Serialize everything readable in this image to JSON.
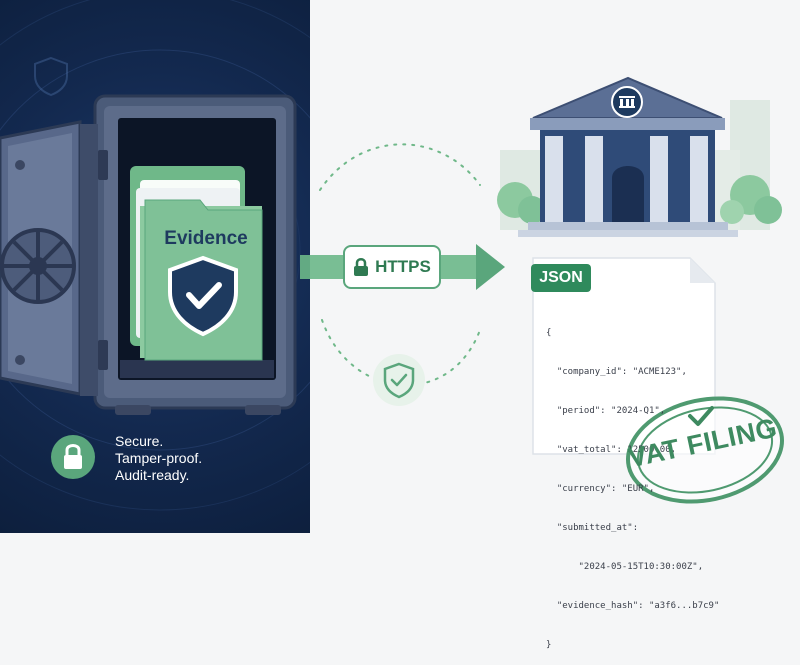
{
  "vault": {
    "folder_label": "Evidence"
  },
  "tagline": {
    "lines": [
      "Secure.",
      "Tamper-proof.",
      "Audit-ready."
    ]
  },
  "transfer": {
    "label": "HTTPS"
  },
  "document": {
    "badge": "JSON",
    "lines": [
      "{",
      "  \"company_id\": \"ACME123\",",
      "  \"period\": \"2024-Q1\",",
      "  \"vat_total\": 12500.00,",
      "  \"currency\": \"EUR\",",
      "  \"submitted_at\":",
      "      \"2024-05-15T10:30:00Z\",",
      "  \"evidence_hash\": \"a3f6...b7c9\"",
      "}"
    ]
  },
  "stamp": {
    "text": "VAT FILING"
  },
  "colors": {
    "navy": "#13294f",
    "green": "#5aa67c",
    "dark_green": "#2f8a5c"
  },
  "icons": [
    "shield-icon",
    "lock-icon",
    "check-icon",
    "bank-icon",
    "document-icon"
  ]
}
